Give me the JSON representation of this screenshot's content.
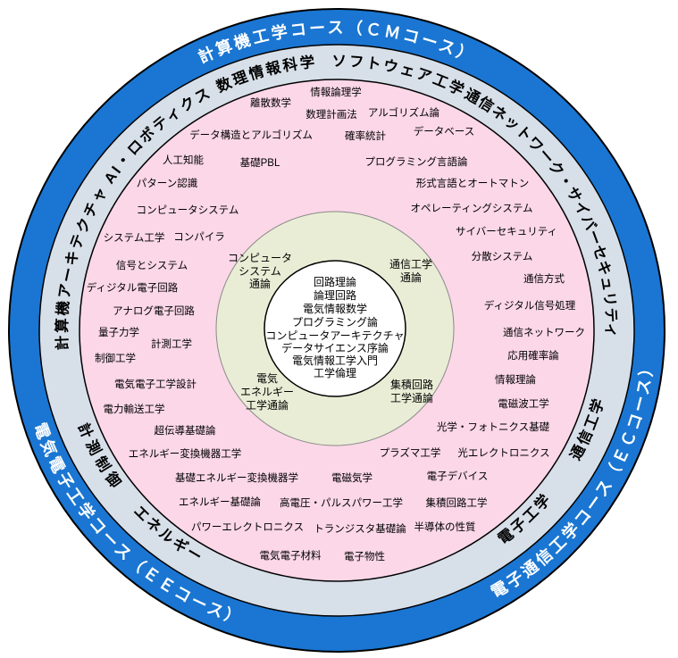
{
  "colors": {
    "course_ring": "#1a76d2",
    "field_ring": "#d7dfe9",
    "subject_area": "#fbd7e7",
    "survey_circle": "#e9edd5",
    "core_circle": "#ffffff",
    "outline": "#000000",
    "course_text": "#ffffff",
    "text": "#000000"
  },
  "course_ring": {
    "top": "計算機工学コース（ＣＭコース）",
    "bottom_left": "電気電子工学コース（ＥＥコース）",
    "bottom_right": "電子通信工学コース（ＥＣコース）"
  },
  "field_ring": {
    "math_info": "数理情報科学",
    "software": "ソフトウェア工学",
    "ai_robotics": "AI・ロボティクス",
    "network_security": "通信ネットワーク・サイバーセキュリティ",
    "computer_architecture": "計算機アーキテクチャ",
    "measurement_control": "計測制御",
    "energy": "エネルギー",
    "electronics": "電子工学",
    "communication": "通信工学"
  },
  "subjects": [
    "情報論理学",
    "離散数学",
    "数理計画法",
    "アルゴリズム論",
    "データ構造とアルゴリズム",
    "確率統計",
    "データベース",
    "人工知能",
    "基礎PBL",
    "プログラミング言語論",
    "パターン認識",
    "形式言語とオートマトン",
    "コンピュータシステム",
    "オペレーティングシステム",
    "システム工学",
    "コンパイラ",
    "サイバーセキュリティ",
    "信号とシステム",
    "分散システム",
    "ディジタル電子回路",
    "通信方式",
    "アナログ電子回路",
    "ディジタル信号処理",
    "量子力学",
    "計測工学",
    "通信ネットワーク",
    "制御工学",
    "応用確率論",
    "電気電子工学設計",
    "情報理論",
    "電力輸送工学",
    "電磁波工学",
    "超伝導基礎論",
    "光学・フォトニクス基礎",
    "エネルギー変換機器工学",
    "プラズマ工学",
    "光エレクトロニクス",
    "基礎エネルギー変換機器学",
    "電磁気学",
    "電子デバイス",
    "エネルギー基礎論",
    "高電圧・パルスパワー工学",
    "集積回路工学",
    "パワーエレクトロニクス",
    "トランジスタ基礎論",
    "半導体の性質",
    "電気電子材料",
    "電子物性"
  ],
  "survey_circle": {
    "computer_system": [
      "コンピュータ",
      "システム",
      "通論"
    ],
    "communication": [
      "通信工学",
      "通論"
    ],
    "electric_energy": [
      "電気",
      "エネルギー",
      "工学通論"
    ],
    "integrated_circuit": [
      "集積回路",
      "工学通論"
    ]
  },
  "core_circle": [
    "回路理論",
    "論理回路",
    "電気情報数学",
    "プログラミング論",
    "コンピュータアーキテクチャ",
    "データサイエンス序論",
    "電気情報工学入門",
    "工学倫理"
  ]
}
